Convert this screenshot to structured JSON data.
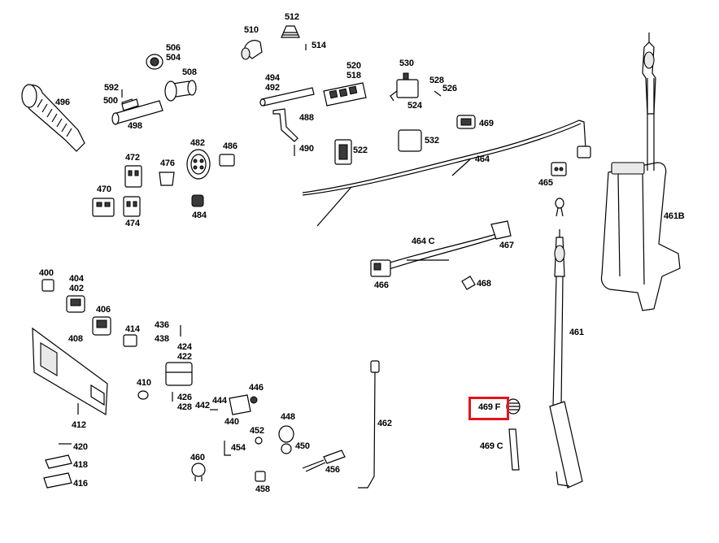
{
  "labels": {
    "l400": "400",
    "l402": "402",
    "l404": "404",
    "l406": "406",
    "l408": "408",
    "l410": "410",
    "l412": "412",
    "l414": "414",
    "l416": "416",
    "l418": "418",
    "l420": "420",
    "l422": "422",
    "l424": "424",
    "l426": "426",
    "l428": "428",
    "l436": "436",
    "l438": "438",
    "l440": "440",
    "l442": "442",
    "l444": "444",
    "l446": "446",
    "l448": "448",
    "l450": "450",
    "l452": "452",
    "l454": "454",
    "l456": "456",
    "l458": "458",
    "l460": "460",
    "l461": "461",
    "l461b": "461B",
    "l462": "462",
    "l464": "464",
    "l464c": "464 C",
    "l465": "465",
    "l466": "466",
    "l467": "467",
    "l468": "468",
    "l469": "469",
    "l469c": "469 C",
    "l469f": "469 F",
    "l470": "470",
    "l472": "472",
    "l474": "474",
    "l476": "476",
    "l482": "482",
    "l484": "484",
    "l486": "486",
    "l488": "488",
    "l490": "490",
    "l492": "492",
    "l494": "494",
    "l496": "496",
    "l498": "498",
    "l500": "500",
    "l504": "504",
    "l506": "506",
    "l508": "508",
    "l510": "510",
    "l512": "512",
    "l514": "514",
    "l518": "518",
    "l520": "520",
    "l522": "522",
    "l524": "524",
    "l526": "526",
    "l528": "528",
    "l530": "530",
    "l532": "532",
    "l592": "592"
  },
  "highlight": {
    "part": "469 F",
    "color": "#e3151c"
  }
}
